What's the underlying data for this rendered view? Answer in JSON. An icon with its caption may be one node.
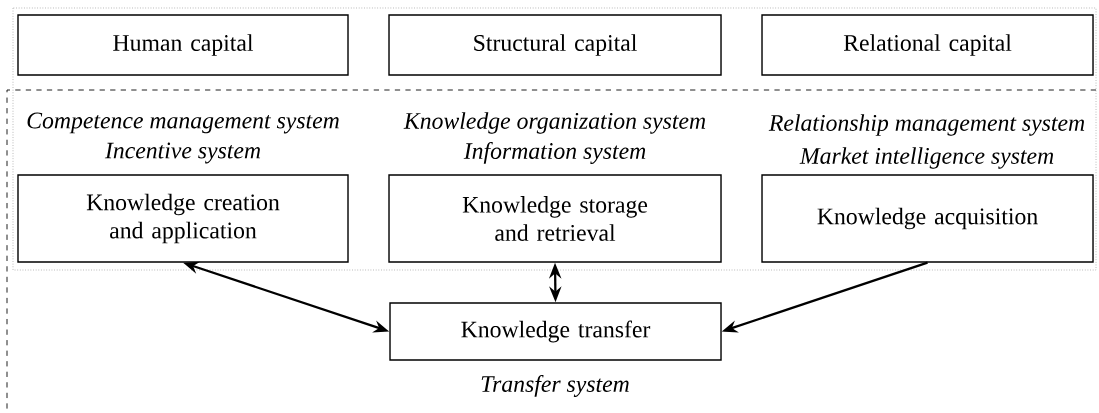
{
  "diagram": {
    "nodes": [
      {
        "text": [
          "Human capital"
        ]
      },
      {
        "text": [
          "Structural capital"
        ]
      },
      {
        "text": [
          "Relational capital"
        ]
      },
      {
        "text": [
          "Knowledge creation and application"
        ],
        "beside": [
          "Competence management system",
          "Incentive system"
        ]
      },
      {
        "text": [
          "Knowledge storage and retrieval"
        ],
        "beside": [
          "Knowledge organization system",
          "Information system"
        ]
      },
      {
        "text": [
          "Knowledge acquisition"
        ],
        "beside": [
          "Relationship management system",
          "Market intelligence system"
        ]
      },
      {
        "text": [
          "Knowledge transfer"
        ],
        "beside": [
          "Transfer system"
        ]
      }
    ],
    "edges": [
      {
        "from": 3,
        "to": 6,
        "arrow": "both"
      },
      {
        "from": 4,
        "to": 6,
        "arrow": "both"
      },
      {
        "from": 5,
        "to": 6,
        "arrow": "to"
      }
    ]
  }
}
